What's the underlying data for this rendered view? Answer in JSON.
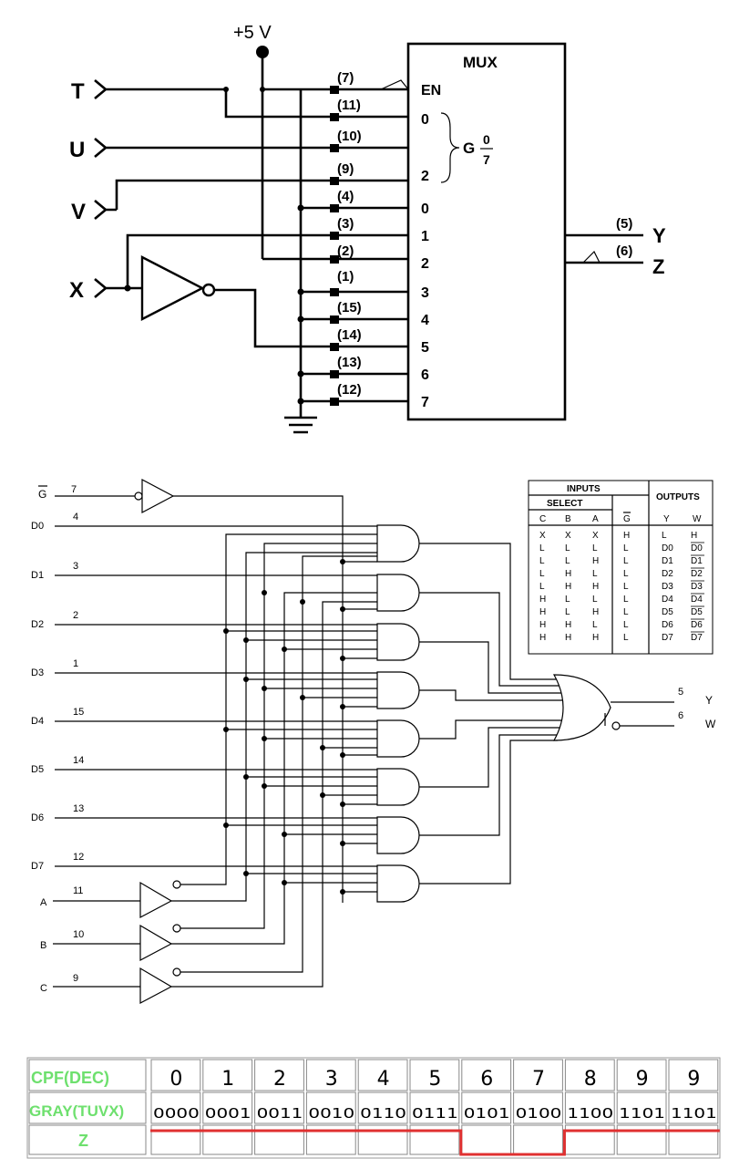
{
  "mux": {
    "title": "MUX",
    "supply": "+5 V",
    "inputs": [
      {
        "label": "T"
      },
      {
        "label": "U"
      },
      {
        "label": "V"
      },
      {
        "label": "X"
      }
    ],
    "left_pins": [
      "(7)",
      "(11)",
      "(10)",
      "(9)",
      "(4)",
      "(3)",
      "(2)",
      "(1)",
      "(15)",
      "(14)",
      "(13)",
      "(12)"
    ],
    "box_labels": [
      "EN",
      "0",
      "2",
      "0",
      "1",
      "2",
      "3",
      "4",
      "5",
      "6",
      "7"
    ],
    "group_label": "G",
    "group_num": "0",
    "group_den": "7",
    "out_pins": [
      "(5)",
      "(6)"
    ],
    "out_labels": [
      "Y",
      "Z"
    ]
  },
  "logic": {
    "g_label": "G",
    "d_inputs": [
      {
        "name": "D0",
        "pin": "4"
      },
      {
        "name": "D1",
        "pin": "3"
      },
      {
        "name": "D2",
        "pin": "2"
      },
      {
        "name": "D3",
        "pin": "1"
      },
      {
        "name": "D4",
        "pin": "15"
      },
      {
        "name": "D5",
        "pin": "14"
      },
      {
        "name": "D6",
        "pin": "13"
      },
      {
        "name": "D7",
        "pin": "12"
      }
    ],
    "g_pin": "7",
    "select_inputs": [
      {
        "name": "A",
        "pin": "11"
      },
      {
        "name": "B",
        "pin": "10"
      },
      {
        "name": "C",
        "pin": "9"
      }
    ],
    "outputs": [
      {
        "name": "Y",
        "pin": "5"
      },
      {
        "name": "W",
        "pin": "6"
      }
    ]
  },
  "truth_table": {
    "inputs_header": "INPUTS",
    "select_header": "SELECT",
    "outputs_header": "OUTPUTS",
    "columns": [
      "C",
      "B",
      "A",
      "G",
      "Y",
      "W"
    ],
    "rows": [
      [
        "X",
        "X",
        "X",
        "H",
        "L",
        "H"
      ],
      [
        "L",
        "L",
        "L",
        "L",
        "D0",
        "D0"
      ],
      [
        "L",
        "L",
        "H",
        "L",
        "D1",
        "D1"
      ],
      [
        "L",
        "H",
        "L",
        "L",
        "D2",
        "D2"
      ],
      [
        "L",
        "H",
        "H",
        "L",
        "D3",
        "D3"
      ],
      [
        "H",
        "L",
        "L",
        "L",
        "D4",
        "D4"
      ],
      [
        "H",
        "L",
        "H",
        "L",
        "D5",
        "D5"
      ],
      [
        "H",
        "H",
        "L",
        "L",
        "D6",
        "D6"
      ],
      [
        "H",
        "H",
        "H",
        "L",
        "D7",
        "D7"
      ]
    ]
  },
  "sequence_table": {
    "row_labels": [
      "CPF(DEC)",
      "GRAY(TUVX)",
      "Z"
    ],
    "dec": [
      "0",
      "1",
      "2",
      "3",
      "4",
      "5",
      "6",
      "7",
      "8",
      "9",
      "9"
    ],
    "gray": [
      "0000",
      "0001",
      "0011",
      "0010",
      "0110",
      "0111",
      "0101",
      "0100",
      "1100",
      "1101",
      "1101"
    ],
    "z_levels": [
      1,
      1,
      1,
      1,
      1,
      1,
      0,
      0,
      1,
      1,
      1
    ]
  }
}
